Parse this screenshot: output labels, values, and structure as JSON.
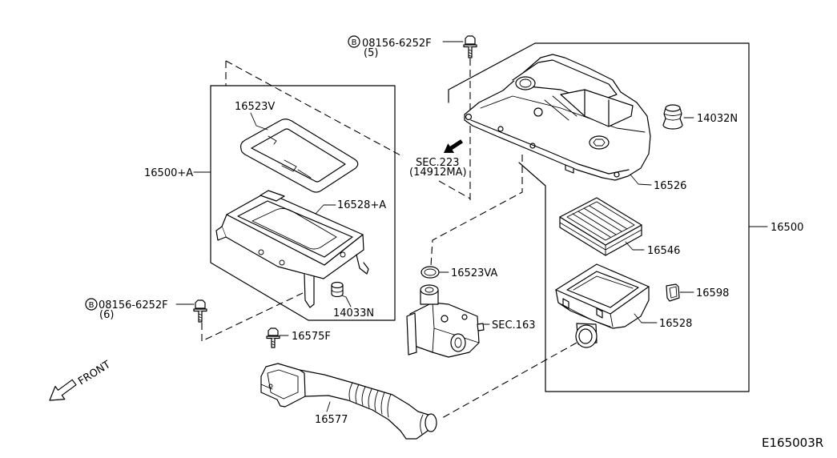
{
  "diagram": {
    "id": "E165003R",
    "front_label": "FRONT"
  },
  "callouts": {
    "bolt_top": {
      "marker": "B",
      "part_no": "08156-6252F",
      "qty": "(5)"
    },
    "bolt_left": {
      "marker": "B",
      "part_no": "08156-6252F",
      "qty": "(6)"
    },
    "gasket_upper": "16523V",
    "assembly_a": "16500+A",
    "case_a": "16528+A",
    "sec223": {
      "ref": "SEC.223",
      "sub": "(14912MA)"
    },
    "grommet_right": "14032N",
    "cover": "16526",
    "assembly": "16500",
    "filter": "16546",
    "ring": "16523VA",
    "clip": "16598",
    "case": "16528",
    "sec163": "SEC.163",
    "grommet_left": "14033N",
    "bolt_duct": "16575F",
    "duct": "16577"
  },
  "colors": {
    "line": "#000000",
    "background": "#ffffff"
  }
}
